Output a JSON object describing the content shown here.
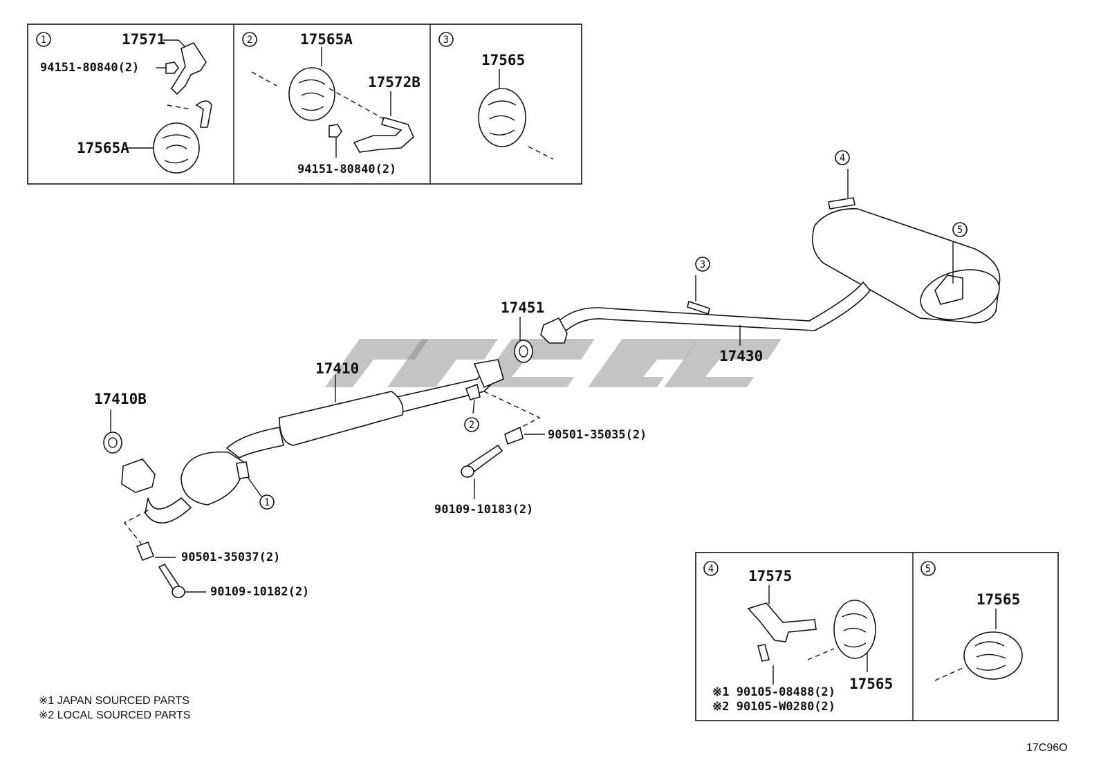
{
  "insets": {
    "i1": {
      "num": "1",
      "p1": "17571",
      "p2": "94151-80840(2)",
      "p3": "17565A"
    },
    "i2": {
      "num": "2",
      "p1": "17565A",
      "p2": "17572B",
      "p3": "94151-80840(2)"
    },
    "i3": {
      "num": "3",
      "p1": "17565"
    },
    "i4": {
      "num": "4",
      "p1": "17575",
      "p2": "17565",
      "p3": "※1  90105-08488(2)",
      "p4": "※2  90105-W0280(2)"
    },
    "i5": {
      "num": "5",
      "p1": "17565"
    }
  },
  "main": {
    "callout_1": "1",
    "callout_2": "2",
    "callout_3": "3",
    "callout_4": "4",
    "callout_5": "5",
    "p_17410B": "17410B",
    "p_17410": "17410",
    "p_17451": "17451",
    "p_17430": "17430",
    "p_90501_35035": "90501-35035(2)",
    "p_90109_10183": "90109-10183(2)",
    "p_90501_35037": "90501-35037(2)",
    "p_90109_10182": "90109-10182(2)"
  },
  "notes": {
    "n1": "※1  JAPAN SOURCED PARTS",
    "n2": "※2  LOCAL SOURCED PARTS"
  },
  "diagram_code": "17C96O"
}
